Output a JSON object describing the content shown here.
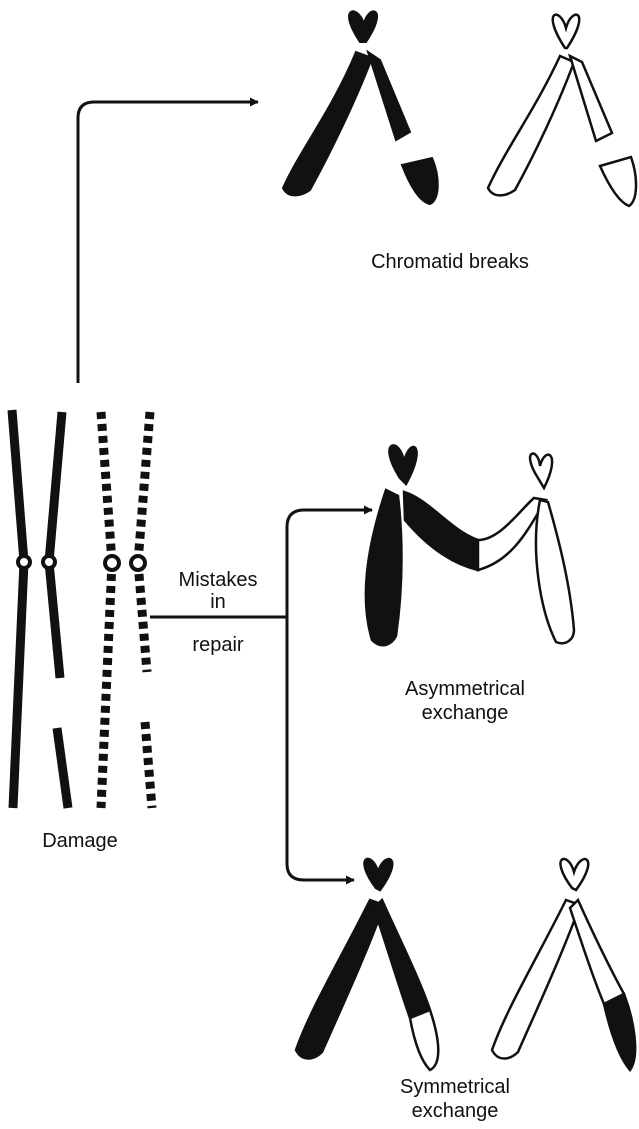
{
  "labels": {
    "chromatid_breaks": "Chromatid breaks",
    "mistakes": "Mistakes",
    "in": "in",
    "repair": "repair",
    "asymmetrical_1": "Asymmetrical",
    "asymmetrical_2": "exchange",
    "damage": "Damage",
    "symmetrical_1": "Symmetrical",
    "symmetrical_2": "exchange"
  },
  "colors": {
    "ink": "#111111",
    "paper": "#ffffff"
  }
}
